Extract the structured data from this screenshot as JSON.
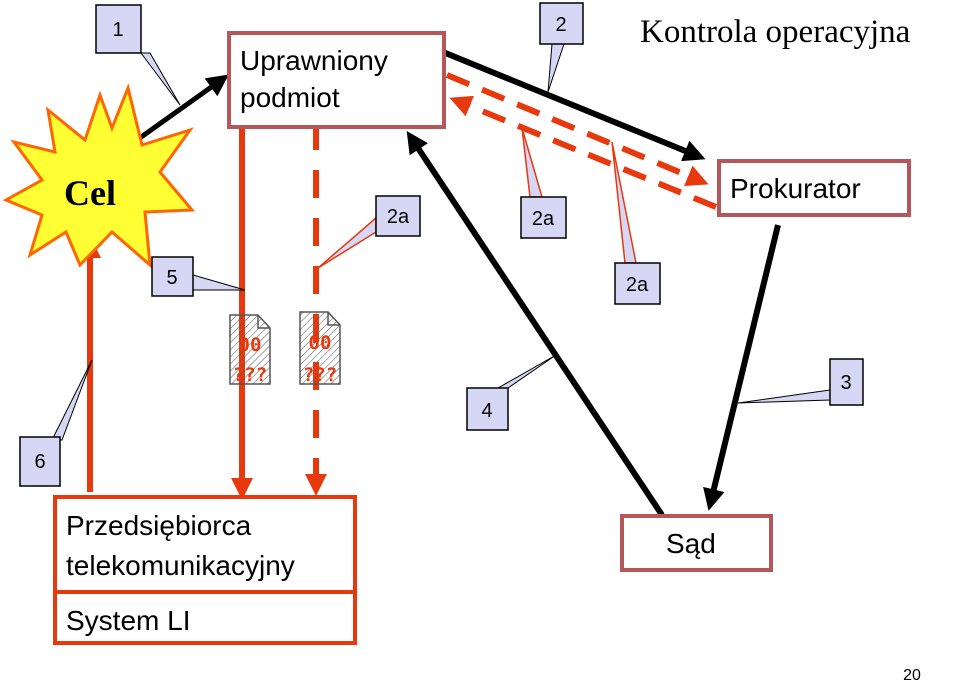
{
  "title": "Kontrola operacyjna",
  "nodes": {
    "cel": "Cel",
    "uprawniony_line1": "Uprawniony",
    "uprawniony_line2": "podmiot",
    "prokurator": "Prokurator",
    "sad": "Sąd",
    "przedsiebiorca_line1": "Przedsiębiorca",
    "przedsiebiorca_line2": "telekomunikacyjny",
    "system_li": "System LI"
  },
  "callouts": {
    "c1": "1",
    "c2": "2",
    "c2a_left": "2a",
    "c2a_mid": "2a",
    "c2a_right": "2a",
    "c3": "3",
    "c4": "4",
    "c5": "5",
    "c6": "6"
  },
  "documents": {
    "top": "00",
    "bottom": "???"
  },
  "page_number": "20",
  "colors": {
    "box_border": "#b5575a",
    "orange_line": "#e8380d",
    "callout_fill": "#d6d6f5",
    "star_fill": "#ffff33",
    "star_border": "#ff6600"
  }
}
